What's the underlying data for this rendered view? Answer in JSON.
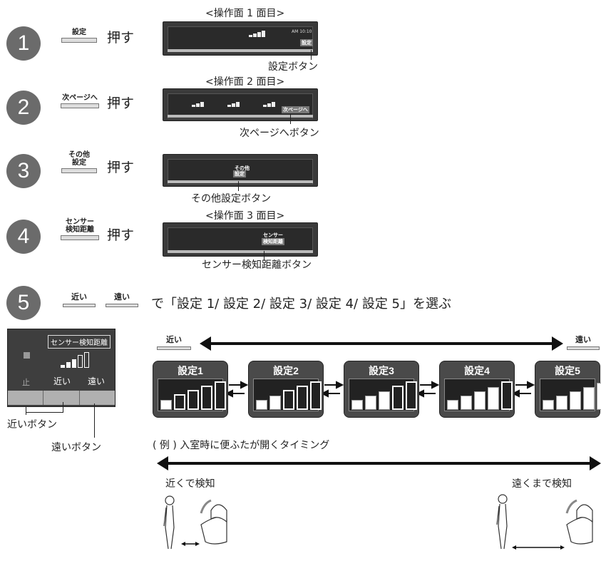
{
  "steps": [
    {
      "num": "1",
      "button_label": "設定",
      "action": "押す",
      "panel_title": "<操作面 1 面目>",
      "callout": "設定ボタン",
      "panel_texts": [
        "AM 10:10",
        "設定"
      ]
    },
    {
      "num": "2",
      "button_label": "次ページへ",
      "action": "押す",
      "panel_title": "<操作面 2 面目>",
      "callout": "次ページへボタン",
      "panel_texts": [
        "次ページへ"
      ]
    },
    {
      "num": "3",
      "button_label_line1": "その他",
      "button_label_line2": "設定",
      "action": "押す",
      "callout": "その他設定ボタン",
      "panel_texts": [
        "その他",
        "設定"
      ]
    },
    {
      "num": "4",
      "button_label_line1": "センサー",
      "button_label_line2": "検知距離",
      "action": "押す",
      "panel_title": "<操作面 3 面目>",
      "callout": "センサー検知距離ボタン",
      "panel_texts": [
        "センサー",
        "検知距離"
      ]
    }
  ],
  "step5": {
    "num": "5",
    "near_label": "近い",
    "far_label": "遠い",
    "text": "で「設定 1/ 設定 2/ 設定 3/ 設定 4/ 設定 5」を選ぶ"
  },
  "remote": {
    "header": "センサー検知距離",
    "stop": "止",
    "near": "近い",
    "far": "遠い",
    "near_button_caption": "近いボタン",
    "far_button_caption": "遠いボタン"
  },
  "scale": {
    "near": "近い",
    "far": "遠い",
    "settings": [
      {
        "label": "設定1",
        "level": 1
      },
      {
        "label": "設定2",
        "level": 2
      },
      {
        "label": "設定3",
        "level": 3
      },
      {
        "label": "設定4",
        "level": 4
      },
      {
        "label": "設定5",
        "level": 5
      }
    ]
  },
  "example": {
    "caption": "( 例 ) 入室時に便ふたが開くタイミング",
    "near_detect": "近くで検知",
    "far_detect": "遠くまで検知"
  }
}
